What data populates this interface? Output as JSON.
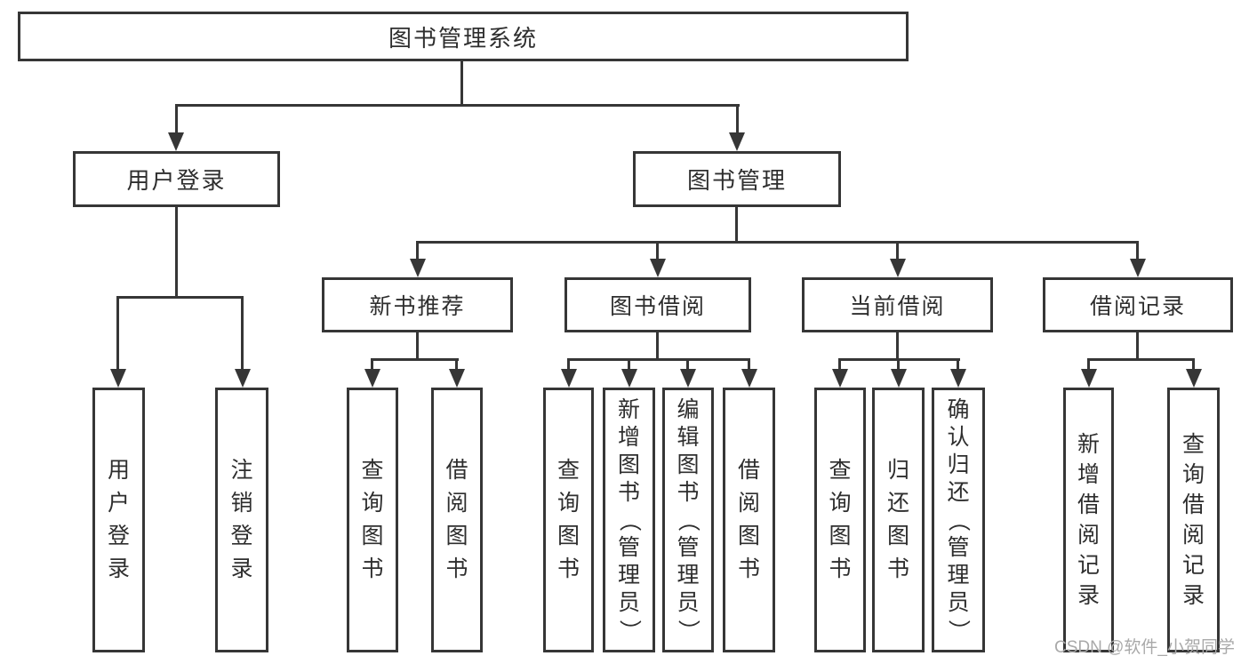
{
  "colors": {
    "line": "#363636",
    "text": "#2e2e2e",
    "box_background": "#ffffff",
    "watermark": "#a9a9a9"
  },
  "watermark": {
    "text": "CSDN @软件_小贺同学"
  },
  "nodes": {
    "root": {
      "label": "图书管理系统"
    },
    "children": [
      {
        "label": "用户登录",
        "children": [
          {
            "label": "用户登录"
          },
          {
            "label": "注销登录"
          }
        ]
      },
      {
        "label": "图书管理",
        "children": [
          {
            "label": "新书推荐",
            "children": [
              {
                "label": "查询图书"
              },
              {
                "label": "借阅图书"
              }
            ]
          },
          {
            "label": "图书借阅",
            "children": [
              {
                "label": "查询图书"
              },
              {
                "label": "新增图书（管理员）"
              },
              {
                "label": "编辑图书（管理员）"
              },
              {
                "label": "借阅图书"
              }
            ]
          },
          {
            "label": "当前借阅",
            "children": [
              {
                "label": "查询图书"
              },
              {
                "label": "归还图书"
              },
              {
                "label": "确认归还（管理员）"
              }
            ]
          },
          {
            "label": "借阅记录",
            "children": [
              {
                "label": "新增借阅记录"
              },
              {
                "label": "查询借阅记录"
              }
            ]
          }
        ]
      }
    ]
  }
}
